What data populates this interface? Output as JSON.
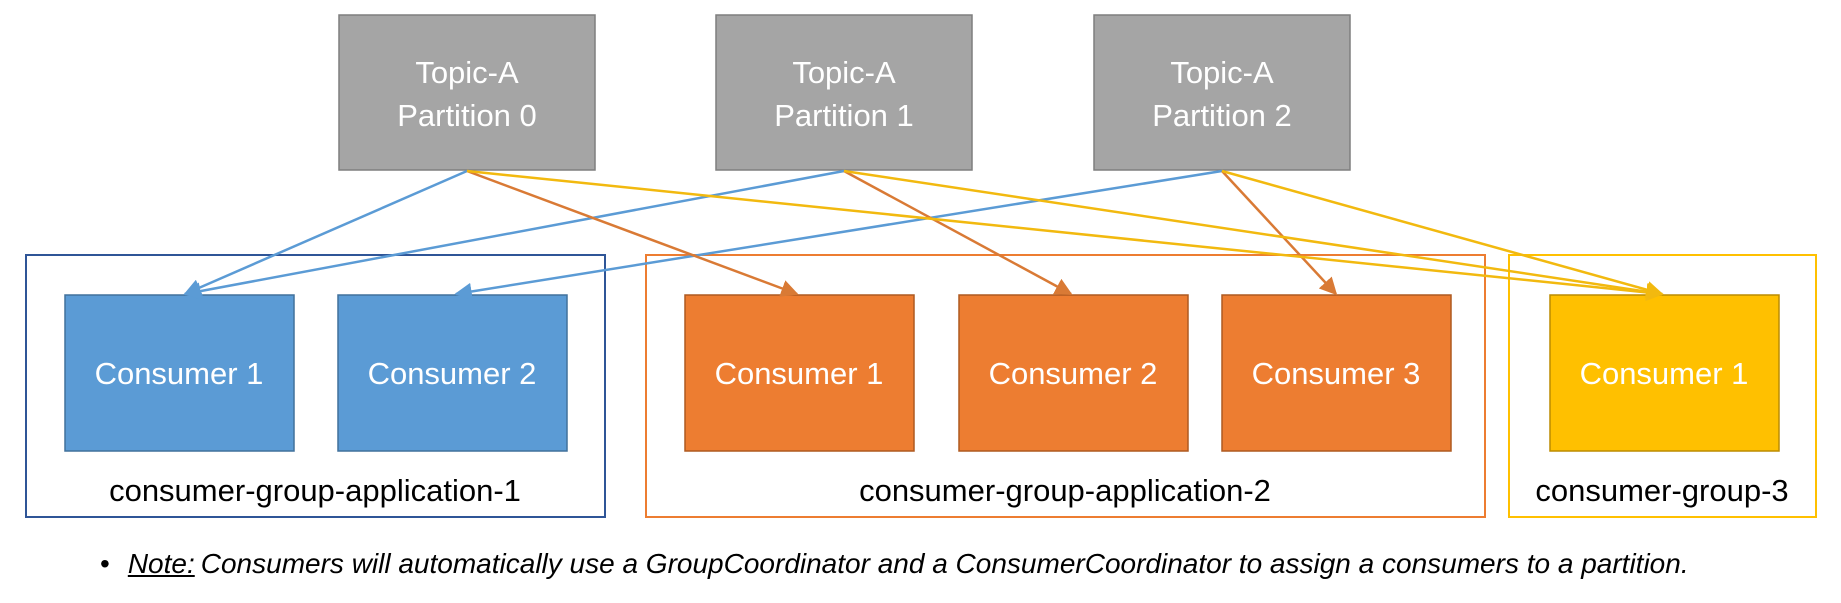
{
  "colors": {
    "topic_fill": "#a5a5a5",
    "topic_stroke": "#7f7f7f",
    "group1": "#5b9bd5",
    "group2": "#ed7d31",
    "group3": "#ffc000",
    "group1_border": "#2f5597",
    "group2_border": "#ed7d31",
    "group3_border": "#ffc000"
  },
  "partitions": [
    {
      "line1": "Topic-A",
      "line2": "Partition 0"
    },
    {
      "line1": "Topic-A",
      "line2": "Partition 1"
    },
    {
      "line1": "Topic-A",
      "line2": "Partition 2"
    }
  ],
  "groups": [
    {
      "label": "consumer-group-application-1",
      "consumers": [
        "Consumer 1",
        "Consumer 2"
      ]
    },
    {
      "label": "consumer-group-application-2",
      "consumers": [
        "Consumer 1",
        "Consumer 2",
        "Consumer 3"
      ]
    },
    {
      "label": "consumer-group-3",
      "consumers": [
        "Consumer 1"
      ]
    }
  ],
  "note": {
    "bullet": "•",
    "label": "Note:",
    "text": "Consumers will automatically use a GroupCoordinator and a ConsumerCoordinator to assign a consumers to a partition."
  }
}
